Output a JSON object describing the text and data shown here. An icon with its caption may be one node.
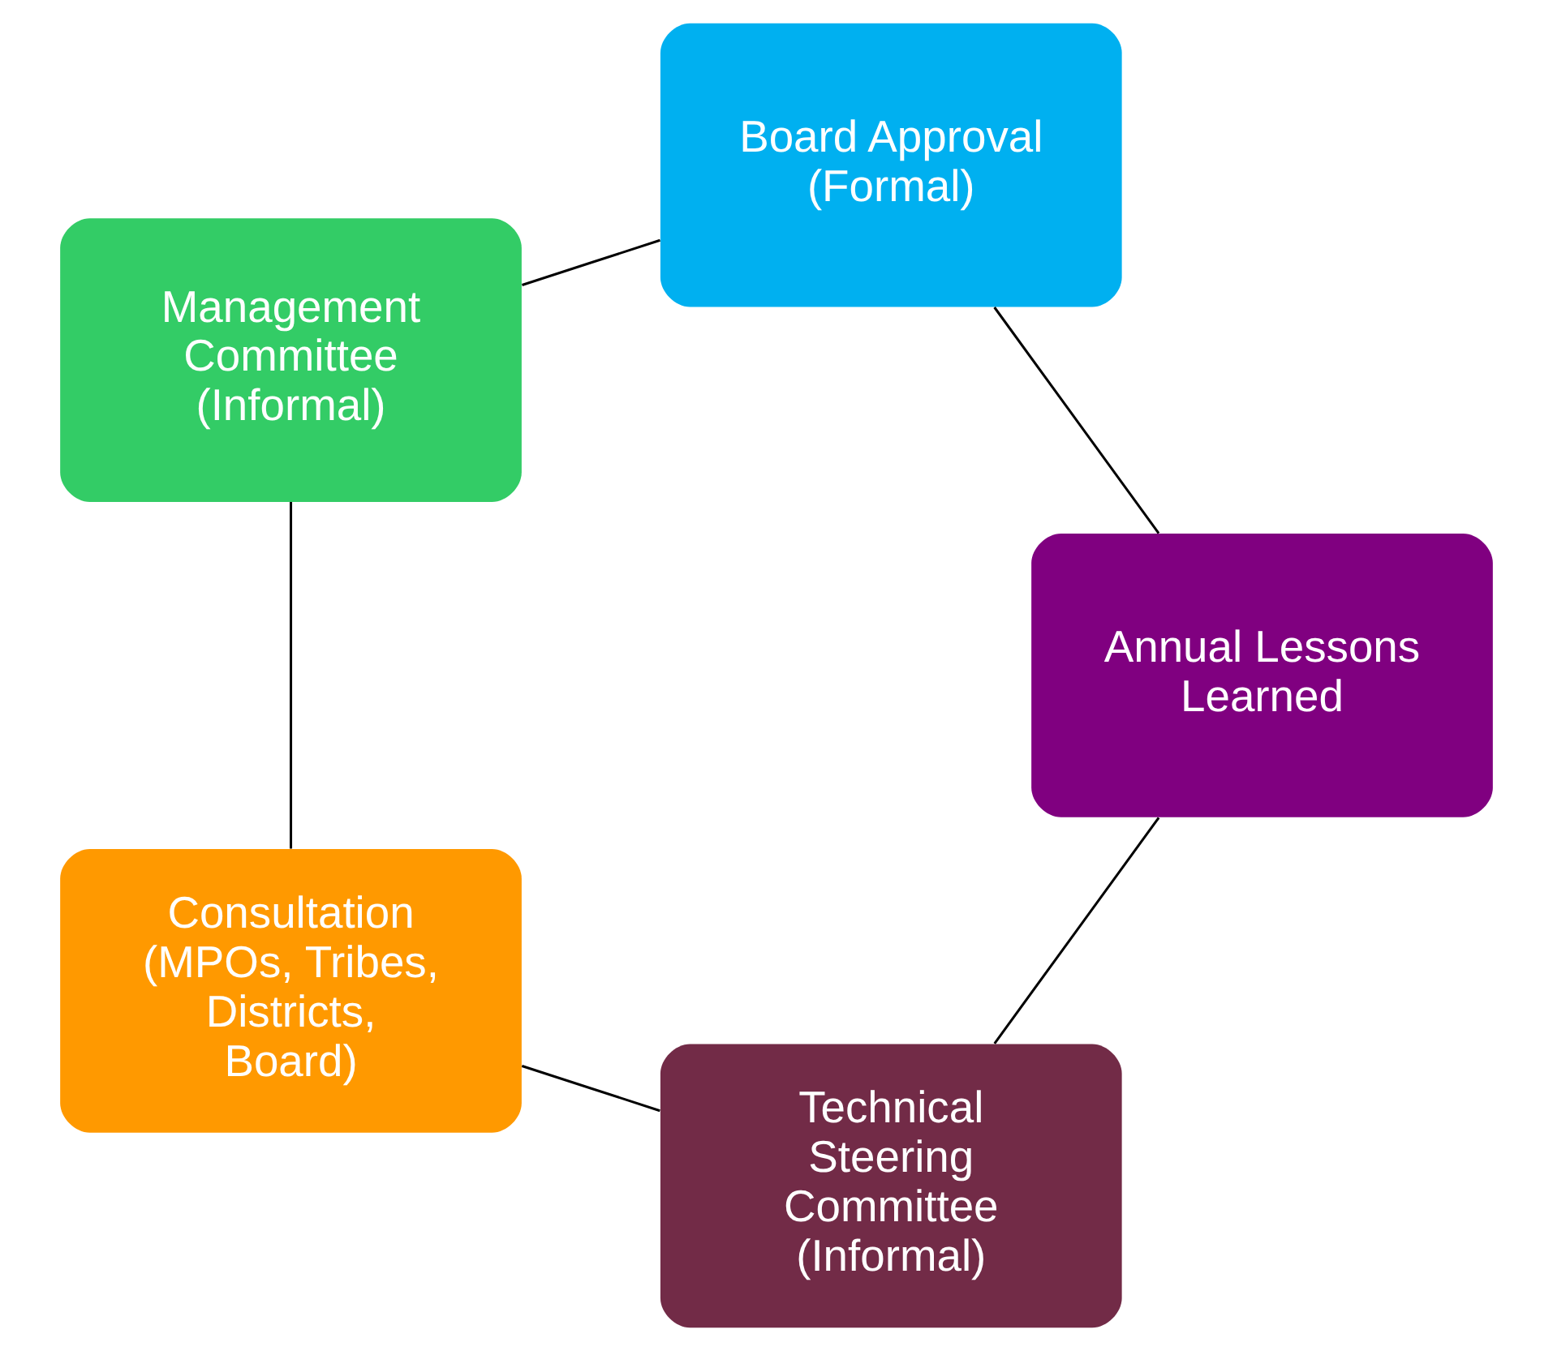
{
  "diagram": {
    "nodes": [
      {
        "text": [
          "Technical Steering Committee (Informal)"
        ]
      },
      {
        "text": [
          "Consultation (MPOs, Tribes, Districts, Board)"
        ]
      },
      {
        "text": [
          "Management Committee (Informal)"
        ]
      },
      {
        "text": [
          "Board Approval (Formal)"
        ]
      },
      {
        "text": [
          "Annual Lessons Learned"
        ]
      }
    ],
    "edges": [
      {
        "from": 0,
        "to": 1,
        "arrow": "none"
      },
      {
        "from": 1,
        "to": 2,
        "arrow": "none"
      },
      {
        "from": 2,
        "to": 3,
        "arrow": "none"
      },
      {
        "from": 3,
        "to": 4,
        "arrow": "none"
      },
      {
        "from": 4,
        "to": 0,
        "arrow": "none"
      }
    ]
  }
}
